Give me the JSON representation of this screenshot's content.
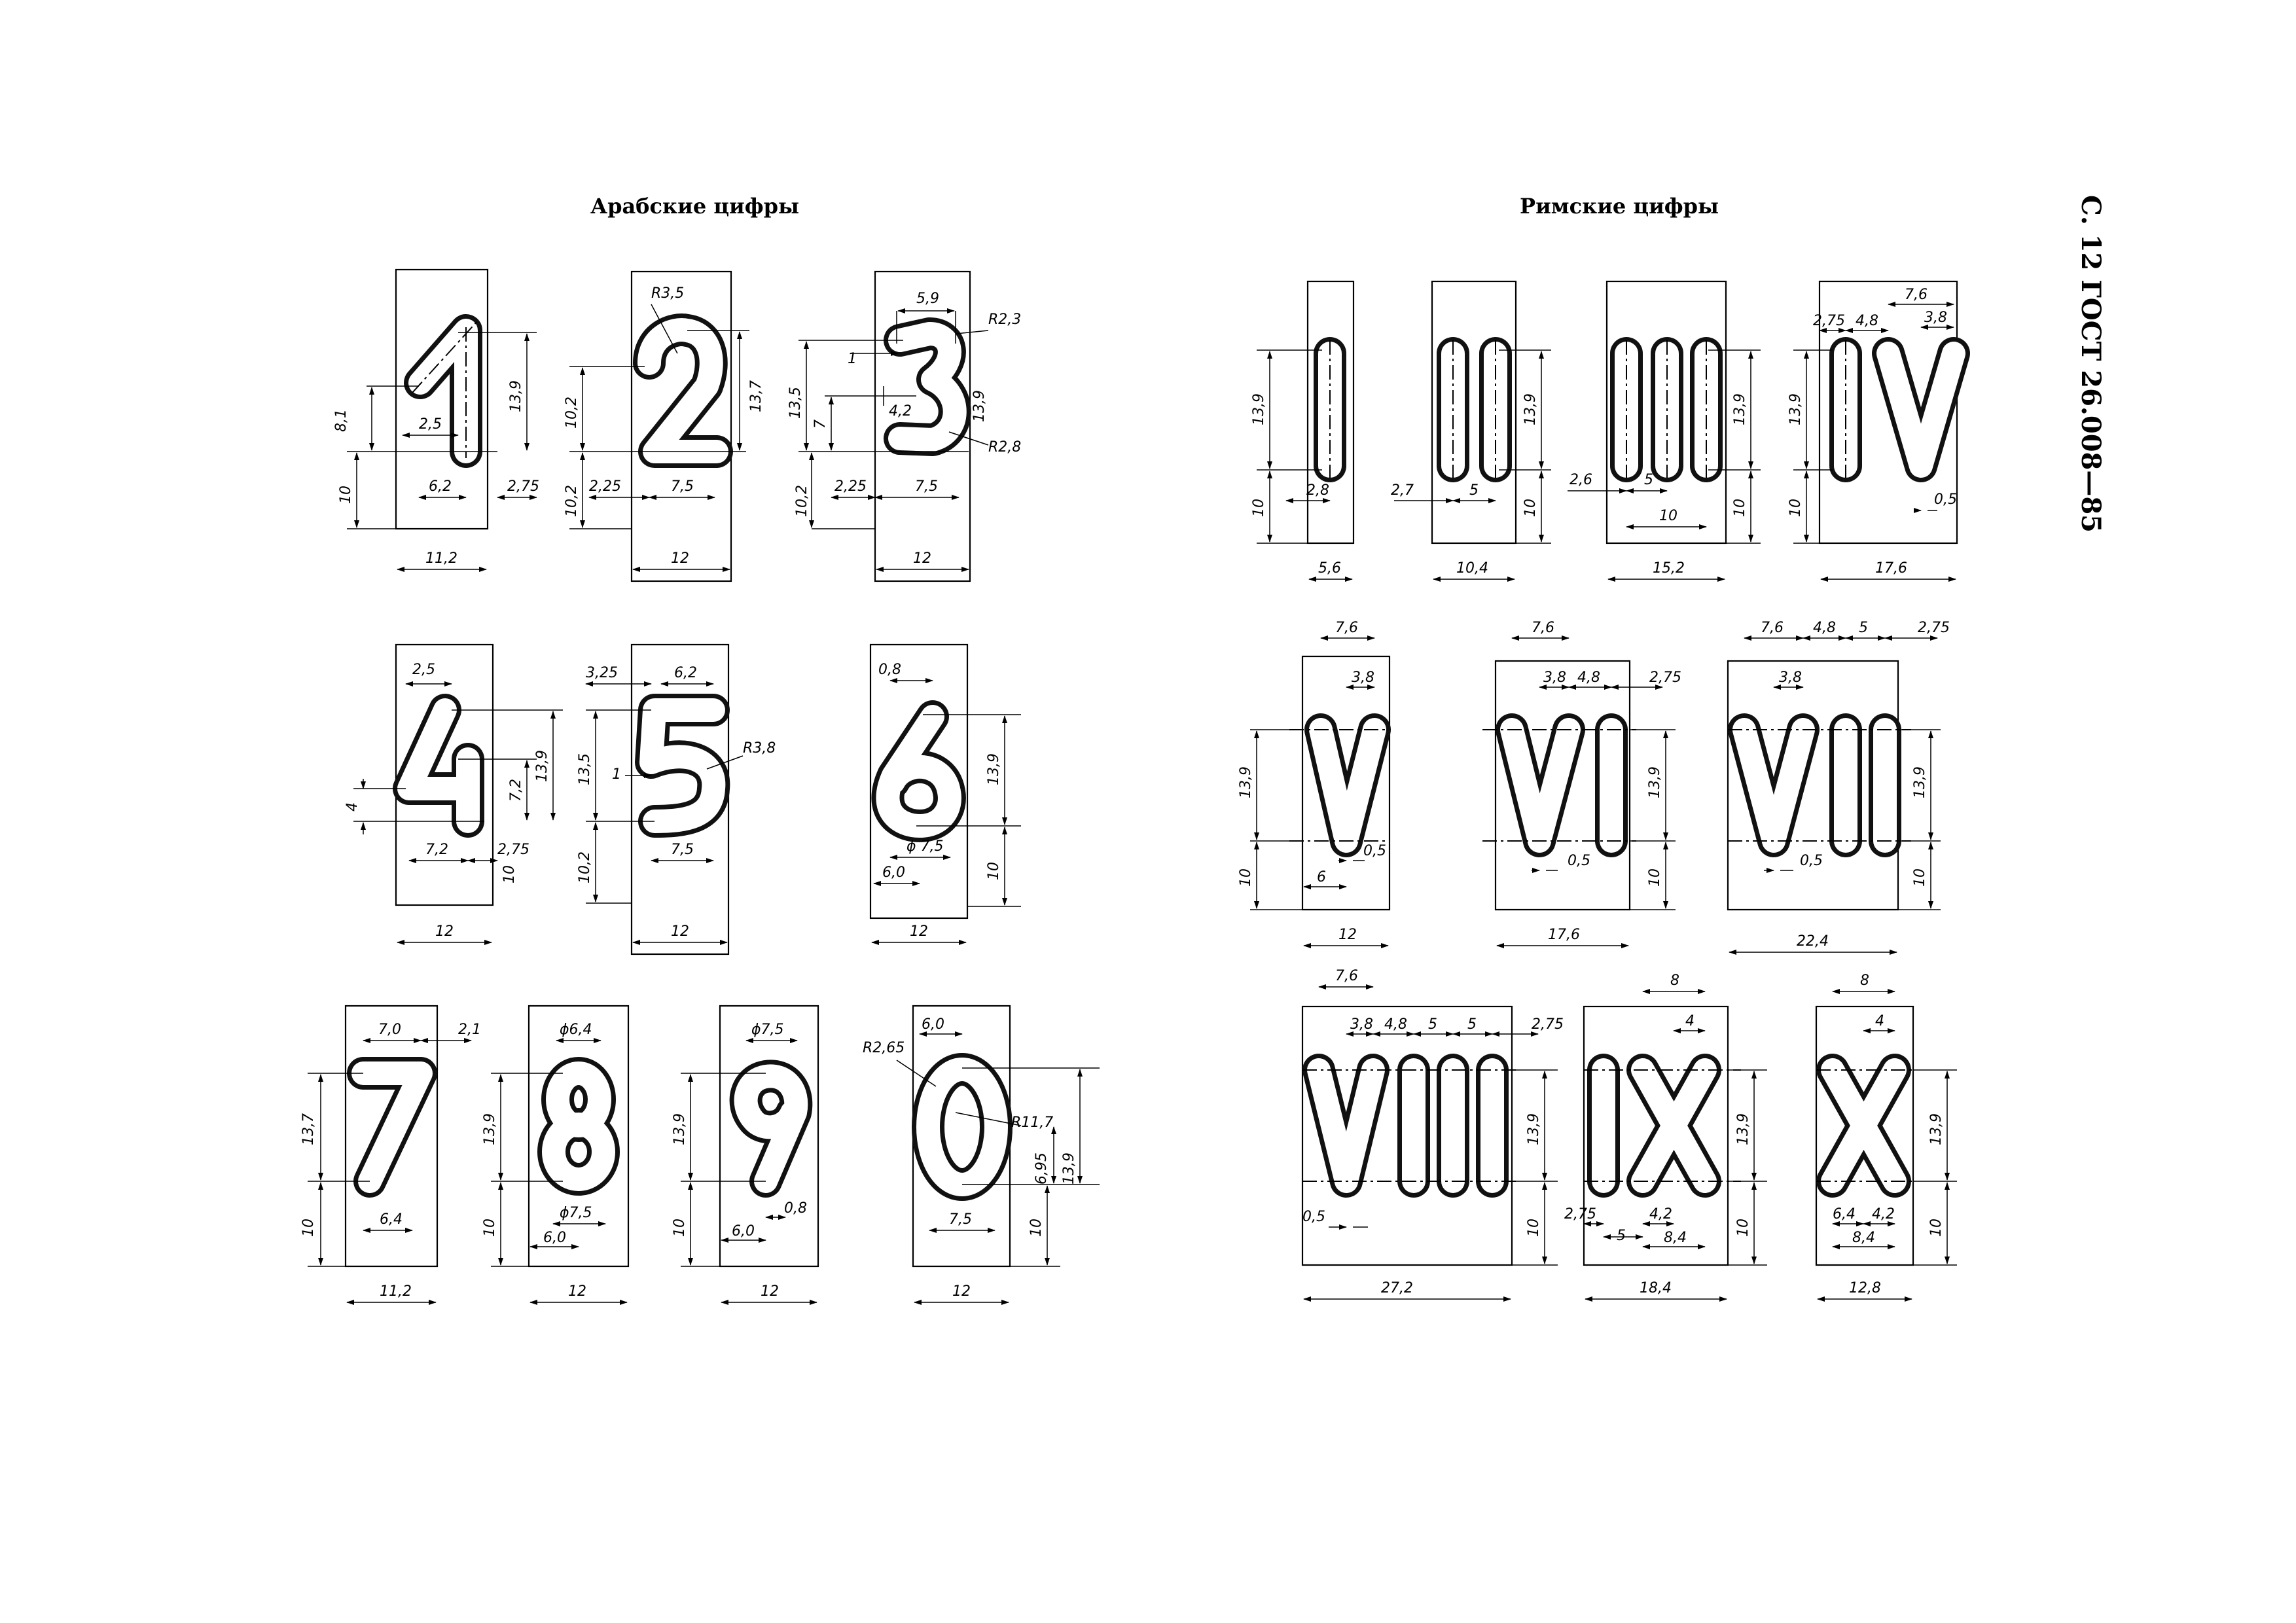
{
  "page_header": "С. 12 ГОСТ 26.008—85",
  "sections": {
    "arabic_title": "Арабские цифры",
    "roman_title": "Римские цифры"
  },
  "arabic": {
    "d1": {
      "height_upper": "13,9",
      "height_lower": "10",
      "slant_h": "8,1",
      "off": "2,5",
      "stroke_w": "6,2",
      "right": "2,75",
      "width": "11,2"
    },
    "d2": {
      "radius": "R3,5",
      "height_left": "10,2",
      "height_right": "13,7",
      "lower": "10,2",
      "left": "2,25",
      "stroke_w": "7,5",
      "width": "12"
    },
    "d3": {
      "top_w": "5,9",
      "r_top": "R2,3",
      "r_bot": "R2,8",
      "h_total": "13,5",
      "h_mid": "7",
      "mid_gap": "4,2",
      "left_small": "1",
      "h_right": "13,9",
      "lower": "10,2",
      "left": "2,25",
      "stroke_w": "7,5",
      "width": "12"
    },
    "d4": {
      "top": "2,5",
      "h_small": "4",
      "h_mid": "7,2",
      "h_total": "13,9",
      "stroke_w": "7,2",
      "right": "2,75",
      "lower": "10",
      "width": "12"
    },
    "d5": {
      "left": "3,25",
      "top_w": "6,2",
      "radius": "R3,8",
      "h_total": "13,5",
      "left_small": "1",
      "lower": "10,2",
      "stroke_w": "7,5",
      "width": "12"
    },
    "d6": {
      "top": "0,8",
      "h_total": "13,9",
      "diam": "ϕ 7,5",
      "offset": "6,0",
      "lower": "10",
      "width": "12"
    },
    "d7": {
      "top_w": "7,0",
      "right": "2,1",
      "h_total": "13,7",
      "stroke_w": "6,4",
      "lower": "10",
      "width": "11,2"
    },
    "d8": {
      "diam_top": "ϕ6,4",
      "h_total": "13,9",
      "diam_bot": "ϕ7,5",
      "offset": "6,0",
      "lower": "10",
      "width": "12"
    },
    "d9": {
      "diam": "ϕ7,5",
      "h_total": "13,9",
      "offset": "6,0",
      "small": "0,8",
      "lower": "10",
      "width": "12"
    },
    "d0": {
      "r_small": "R2,65",
      "top_w": "6,0",
      "r_big": "R11,7",
      "h_inner": "6,95",
      "h_total": "13,9",
      "stroke_w": "7,5",
      "lower": "10",
      "width": "12"
    }
  },
  "roman": {
    "I": {
      "h_total": "13,9",
      "stroke_w": "2,8",
      "lower": "10",
      "width": "5,6"
    },
    "II": {
      "left": "2,7",
      "gap": "5",
      "h_total": "13,9",
      "lower": "10",
      "width": "10,4"
    },
    "III": {
      "left": "2,6",
      "gap": "5",
      "span": "10",
      "h_total": "13,9",
      "lower": "10",
      "width": "15,2"
    },
    "IV": {
      "a": "2,75",
      "b": "4,8",
      "c": "7,6",
      "d": "3,8",
      "h_total": "13,9",
      "small": "0,5",
      "lower": "10",
      "width": "17,6"
    },
    "V": {
      "top": "7,6",
      "half": "3,8",
      "h_total": "13,9",
      "small": "0,5",
      "bottom": "6",
      "lower": "10",
      "width": "12"
    },
    "VI": {
      "top": "7,6",
      "half": "3,8",
      "gap": "4,8",
      "right": "2,75",
      "h_total": "13,9",
      "small": "0,5",
      "lower": "10",
      "width": "17,6"
    },
    "VII": {
      "top": "7,6",
      "gap1": "4,8",
      "gap2": "5",
      "right": "2,75",
      "half": "3,8",
      "h_total": "13,9",
      "small": "0,5",
      "lower": "10",
      "width": "22,4"
    },
    "VIII": {
      "top": "7,6",
      "half": "3,8",
      "g1": "4,8",
      "g2": "5",
      "g3": "5",
      "right": "2,75",
      "h_total": "13,9",
      "small": "0,5",
      "lower": "10",
      "width": "27,2"
    },
    "IX": {
      "top": "8",
      "half": "4",
      "h_total": "13,9",
      "left": "2,75",
      "g": "5",
      "b1": "4,2",
      "b2": "8,4",
      "lower": "10",
      "width": "18,4"
    },
    "X": {
      "top": "8",
      "half": "4",
      "h_total": "13,9",
      "b1": "6,4",
      "b2": "4,2",
      "b3": "8,4",
      "lower": "10",
      "width": "12,8"
    }
  }
}
